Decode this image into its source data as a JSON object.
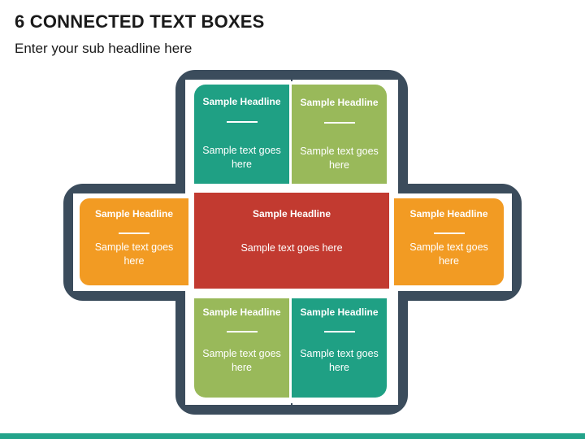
{
  "title": "6 CONNECTED TEXT BOXES",
  "subtitle": "Enter your sub headline here",
  "colors": {
    "frame": "#3b4c5c",
    "teal": "#1fa084",
    "green": "#99b95a",
    "orange": "#f29b23",
    "red": "#c23a30",
    "footer_bar": "#23a38a"
  },
  "boxes": {
    "top_left": {
      "headline": "Sample Headline",
      "text": "Sample text goes here"
    },
    "top_right": {
      "headline": "Sample Headline",
      "text": "Sample text goes here"
    },
    "left": {
      "headline": "Sample Headline",
      "text": "Sample text goes here"
    },
    "center": {
      "headline": "Sample Headline",
      "text": "Sample text goes here"
    },
    "right": {
      "headline": "Sample Headline",
      "text": "Sample text goes here"
    },
    "bottom_left": {
      "headline": "Sample Headline",
      "text": "Sample text goes here"
    },
    "bottom_right": {
      "headline": "Sample Headline",
      "text": "Sample text goes here"
    }
  }
}
